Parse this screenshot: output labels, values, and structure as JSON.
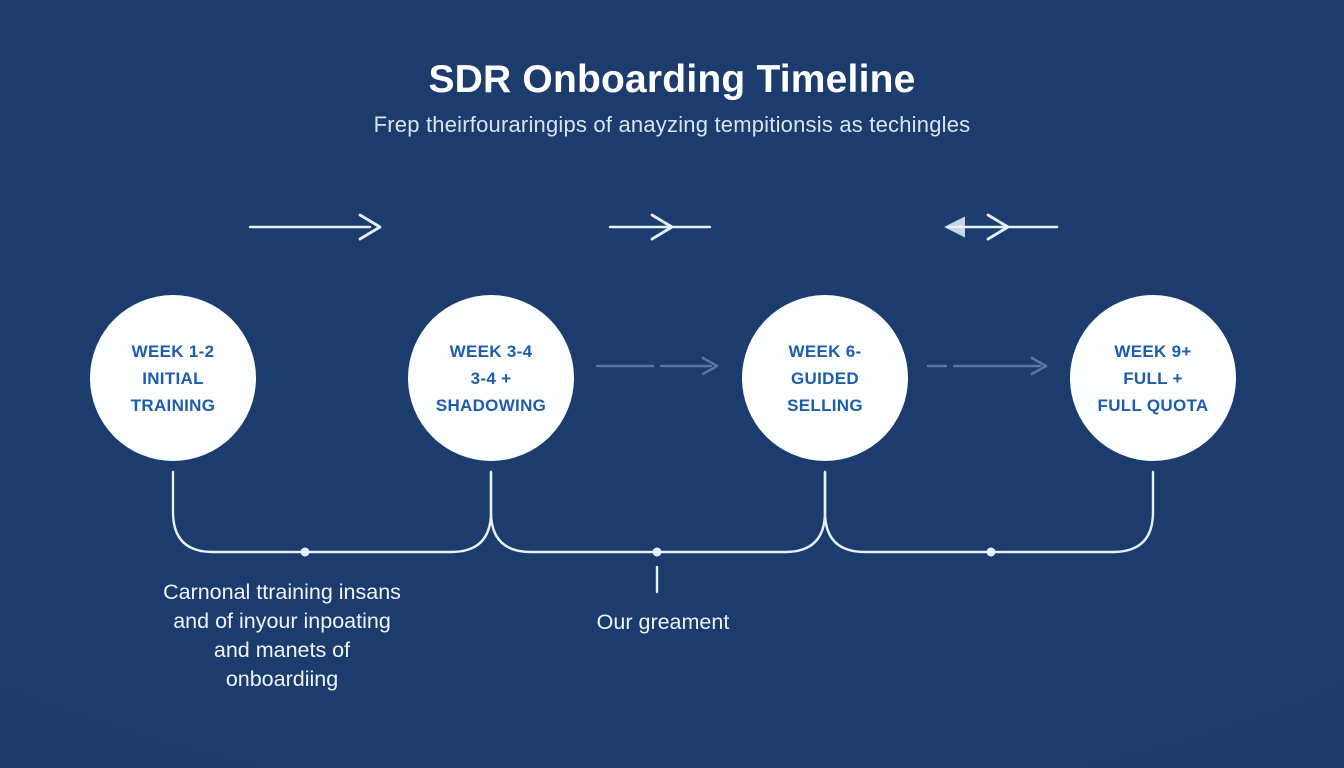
{
  "colors": {
    "bg": "#1c3c6e",
    "bg_edge": "#16325f",
    "title": "#ffffff",
    "subtitle": "#d9e4f2",
    "circle_fill": "#fdfeff",
    "circle_text": "#1d5dac",
    "connector": "#e7f0fb",
    "mid_arrow": "#6380b0",
    "caption": "#eff4fb"
  },
  "header": {
    "title": "SDR Onboarding Timeline",
    "subtitle": "Frep theirfouraringips of anayzing tempitionsis as techingles"
  },
  "milestones": [
    {
      "lines": [
        "WEEK 1-2",
        "INITIAL",
        "TRAINING"
      ]
    },
    {
      "lines": [
        "WEEK 3-4",
        "3-4 +",
        "SHADOWING"
      ]
    },
    {
      "lines": [
        "WEEK 6-",
        "GUIDED",
        "SELLING"
      ]
    },
    {
      "lines": [
        "WEEK 9+",
        "FULL +",
        "FULL QUOTA"
      ]
    }
  ],
  "captions": {
    "left": {
      "lines": [
        "Carnonal ttraining insans",
        "and of inyour inpoating",
        "and manets of",
        "onboardiing"
      ]
    },
    "center": {
      "text": "Our greament"
    }
  }
}
